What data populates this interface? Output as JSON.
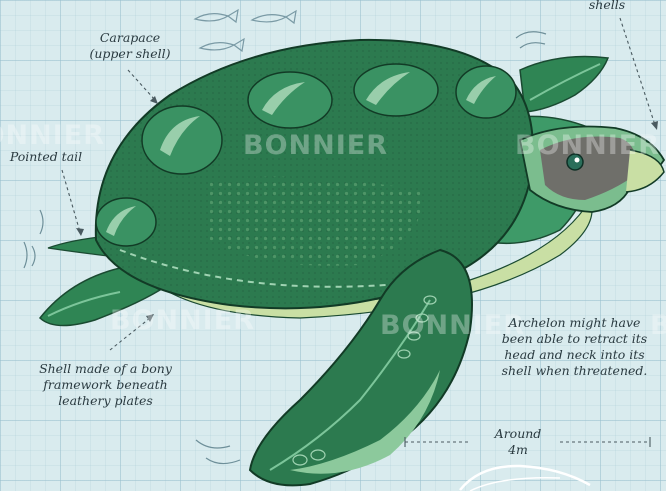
{
  "labels": {
    "shells": "shells",
    "carapace": "Carapace\n(upper shell)",
    "pointed_tail": "Pointed tail",
    "shell_made": "Shell made of a bony\nframework beneath\nleathery plates",
    "archelon": "Archelon might have\nbeen able to retract its\nhead and neck into its\nshell when threatened.",
    "around": "Around\n4m"
  },
  "watermarks": {
    "wm1": "BONNIER",
    "wm2": "BONNIER",
    "wm3": "BONNIER",
    "wm4": "BONNIER",
    "wm5": "BONNIER",
    "wm6": "BONNIER"
  },
  "colors": {
    "background": "#d9ebee",
    "shell": "#2c7a4f",
    "shell_dark": "#1f5a3a",
    "scute": "#3fa06a",
    "skin_light": "#6dbb89",
    "belly": "#c9dfa4",
    "head_patch": "#6f6f6a",
    "text": "#2a3a40"
  }
}
